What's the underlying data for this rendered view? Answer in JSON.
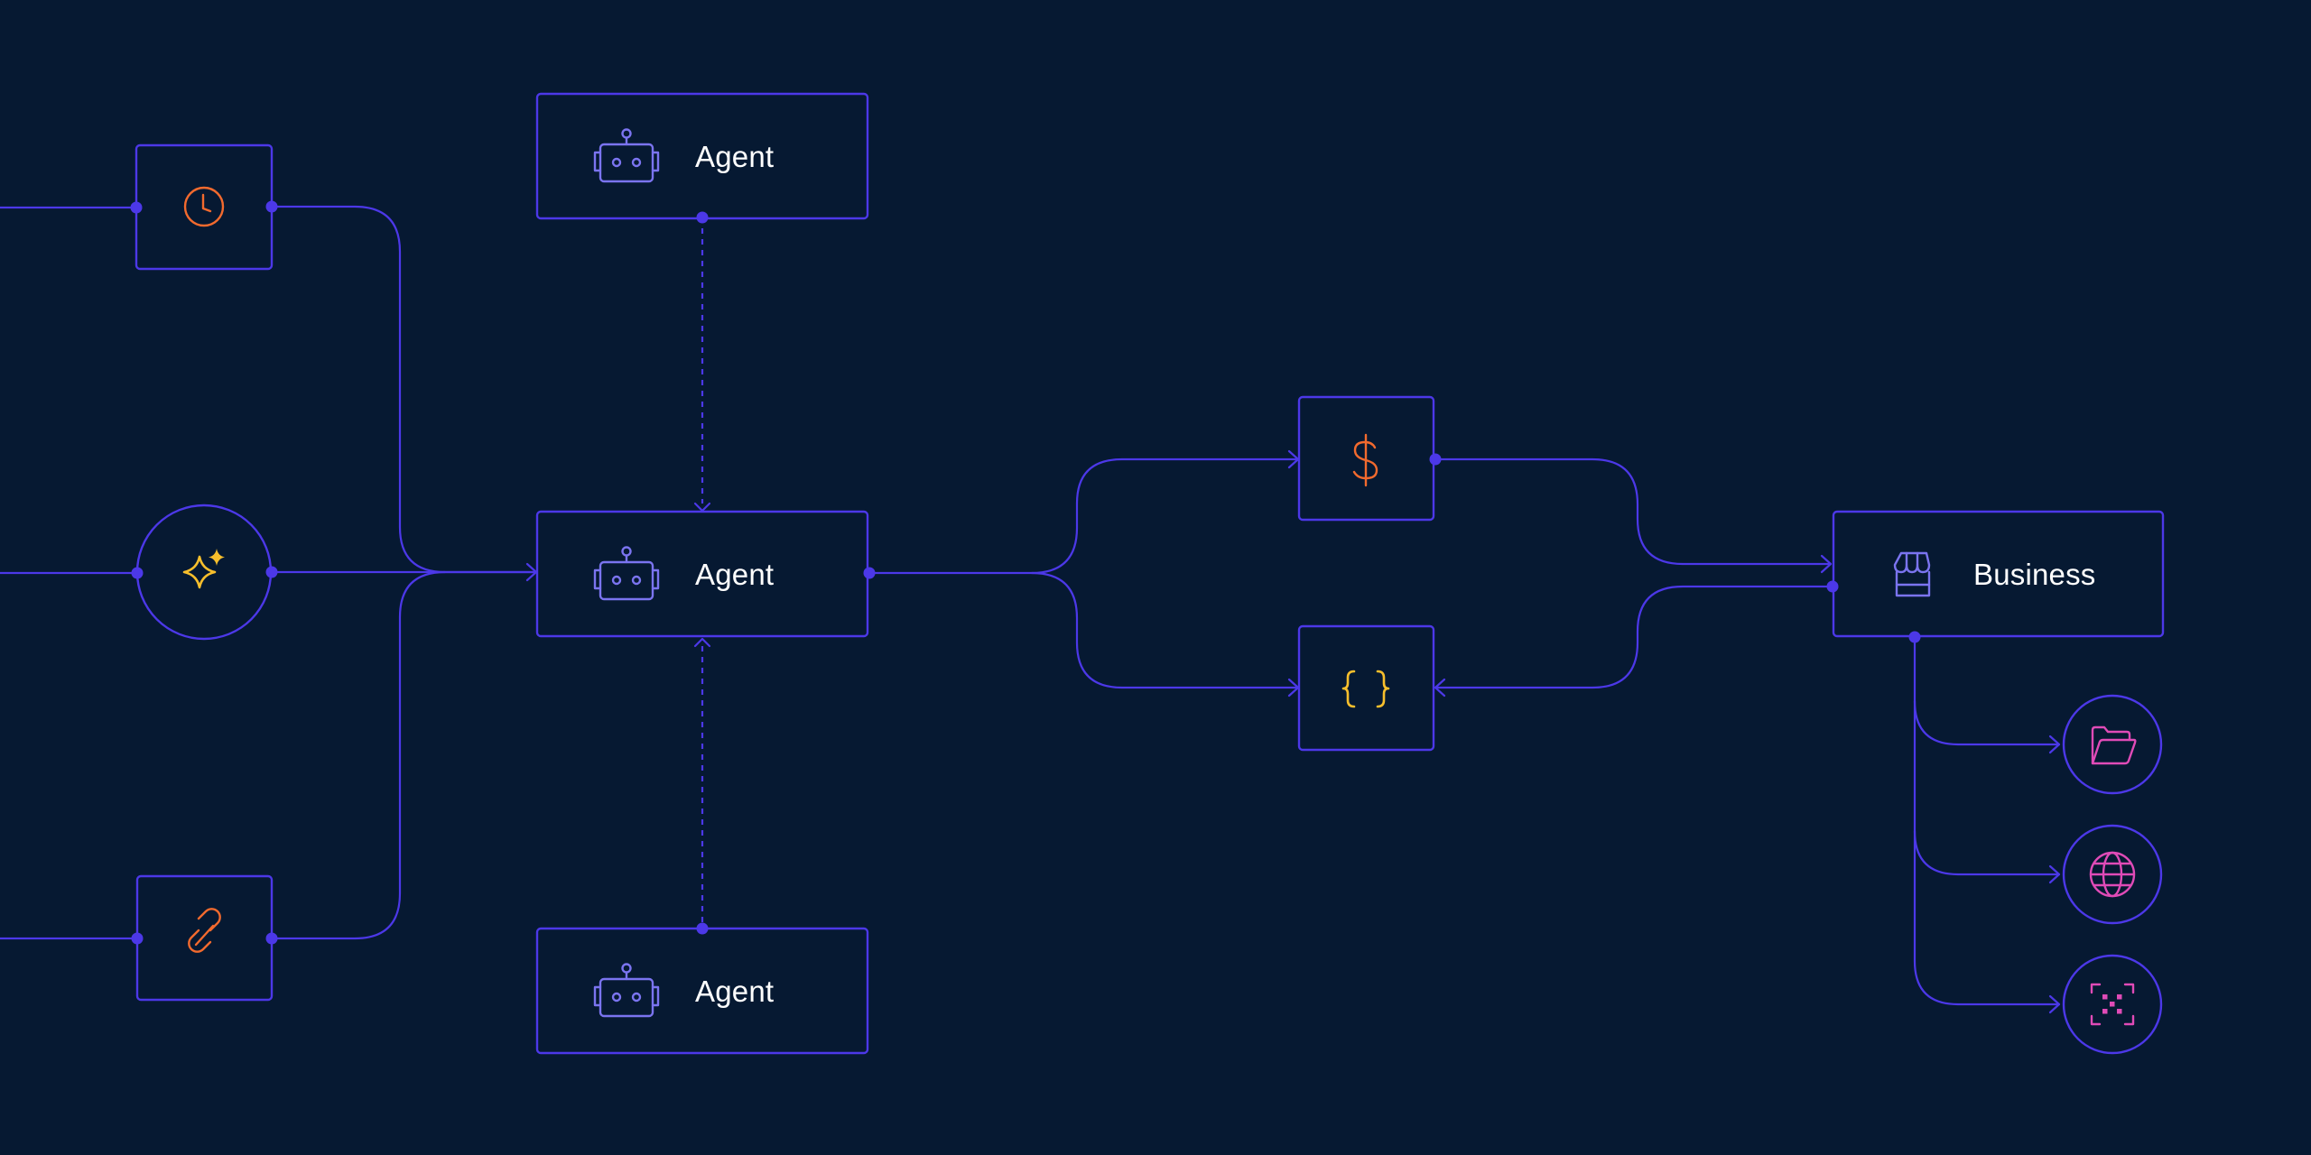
{
  "colors": {
    "background": "#061932",
    "stroke": "#4c38e8",
    "robot": "#7b74f0",
    "orange": "#f26a2e",
    "yellow": "#f8bf2c",
    "pink": "#e04bb7"
  },
  "nodes": {
    "agent_top": {
      "label": "Agent",
      "icon": "robot-icon"
    },
    "agent_middle": {
      "label": "Agent",
      "icon": "robot-icon"
    },
    "agent_bottom": {
      "label": "Agent",
      "icon": "robot-icon"
    },
    "business": {
      "label": "Business",
      "icon": "storefront-icon"
    },
    "trigger_schedule": {
      "icon": "clock-icon"
    },
    "trigger_ai": {
      "icon": "sparkles-icon"
    },
    "trigger_link": {
      "icon": "link-icon"
    },
    "payment": {
      "icon": "dollar-icon"
    },
    "code": {
      "icon": "braces-icon"
    },
    "output_files": {
      "icon": "folder-icon"
    },
    "output_web": {
      "icon": "globe-icon"
    },
    "output_qr": {
      "icon": "qr-scan-icon"
    }
  }
}
